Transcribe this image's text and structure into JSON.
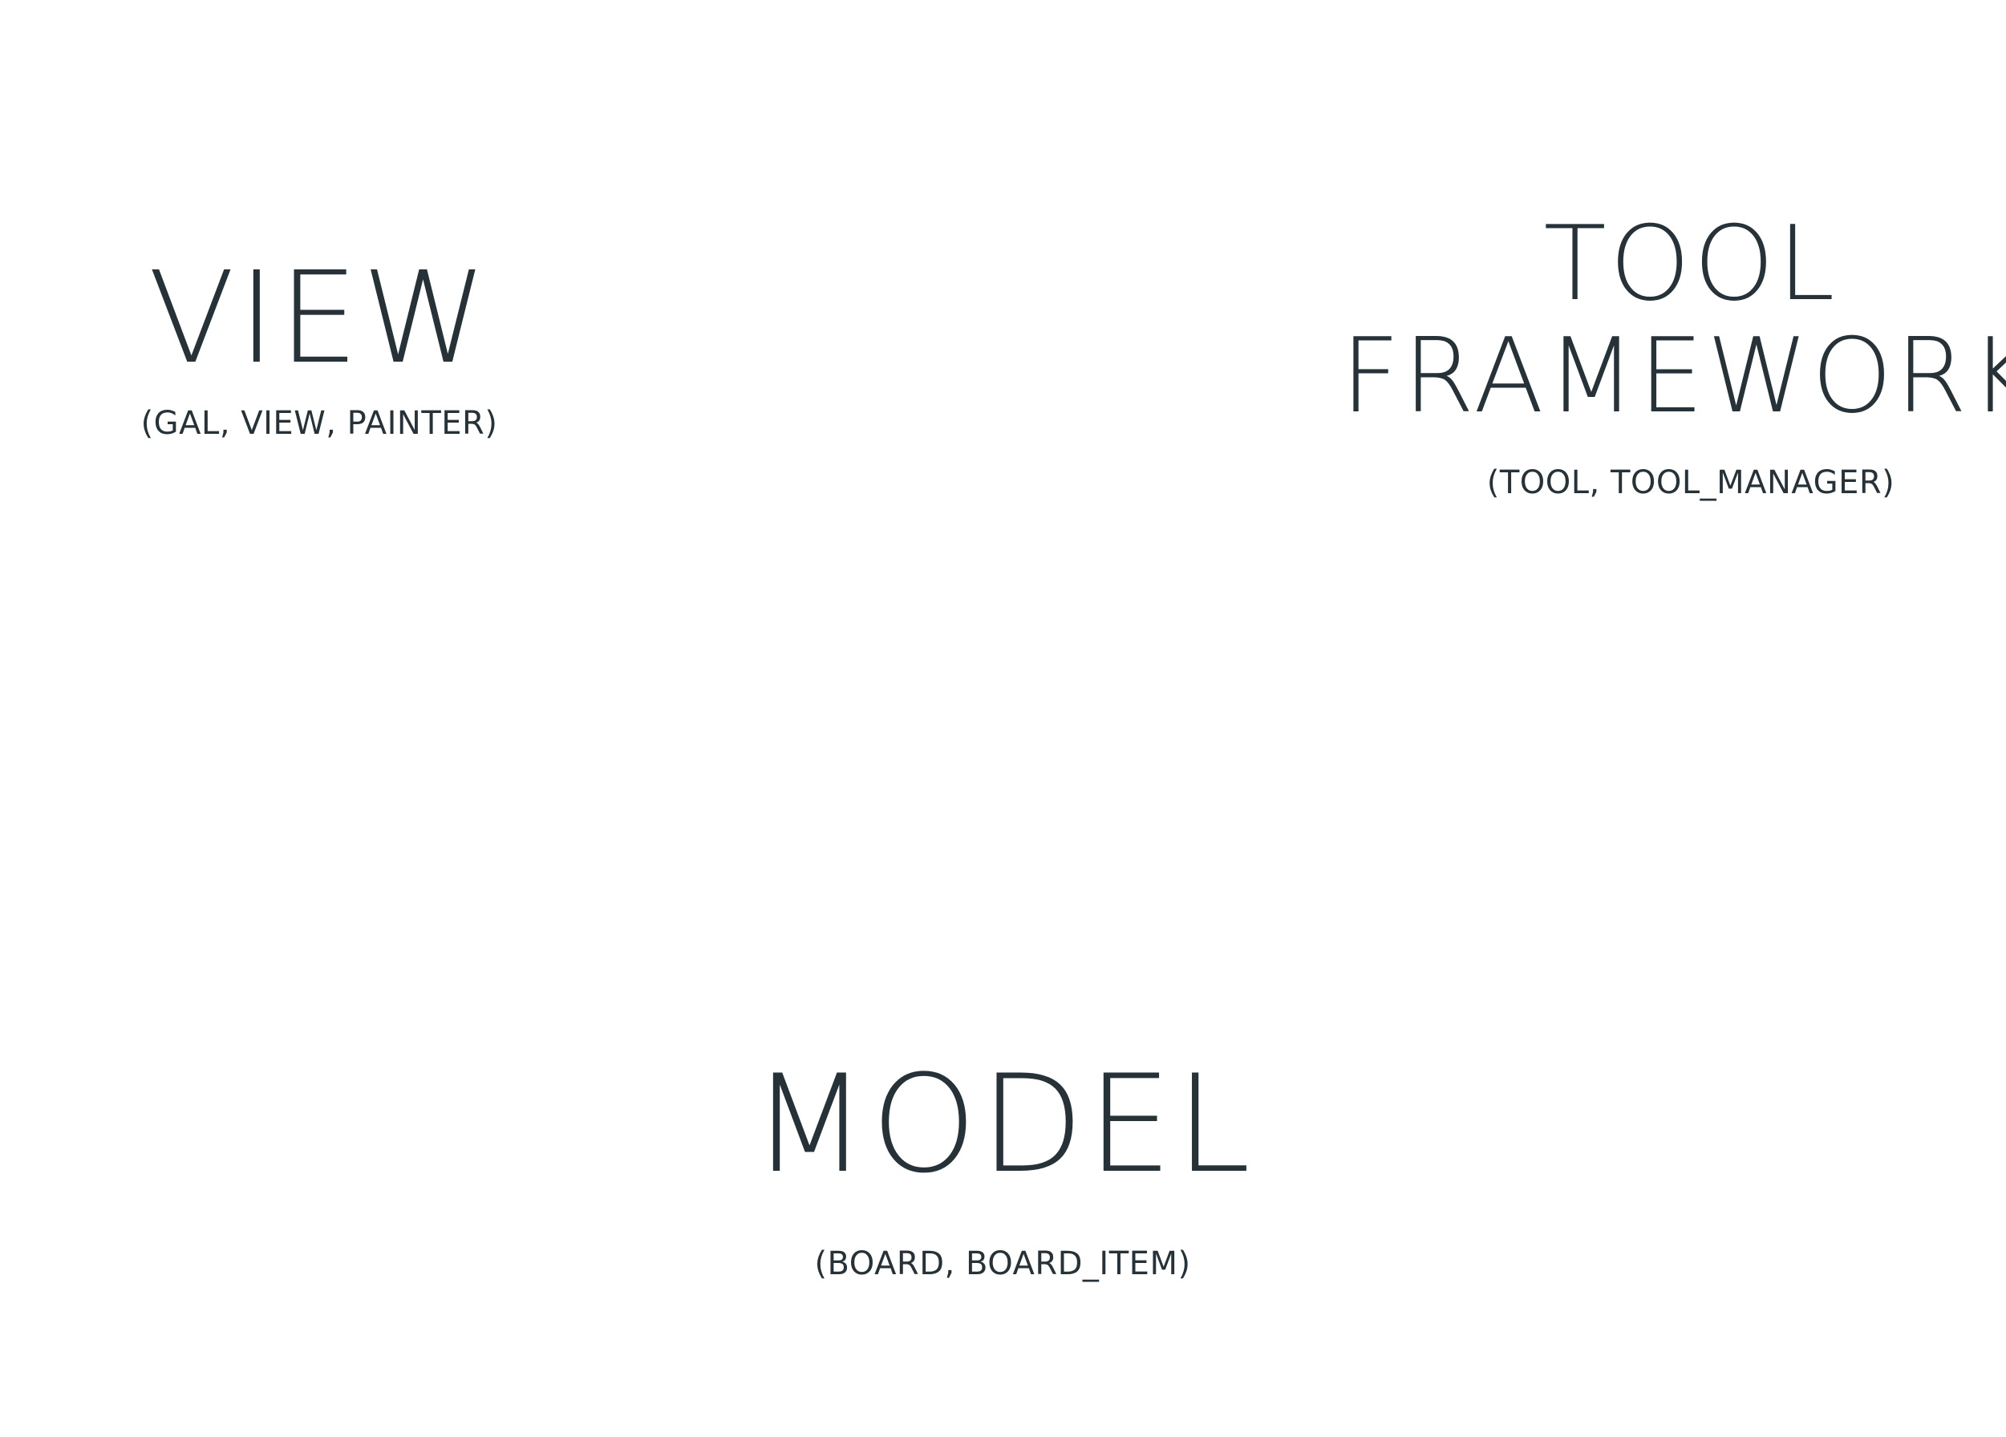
{
  "colors": {
    "background": "#ffffff",
    "text": "#263238"
  },
  "nodes": {
    "view": {
      "title": "VIEW",
      "subtitle": "(GAL, VIEW, PAINTER)"
    },
    "tool_framework": {
      "title_line1": "TOOL",
      "title_line2": "FRAMEWORK",
      "subtitle": "(TOOL, TOOL_MANAGER)"
    },
    "model": {
      "title": "MODEL",
      "subtitle": "(BOARD, BOARD_ITEM)"
    }
  }
}
